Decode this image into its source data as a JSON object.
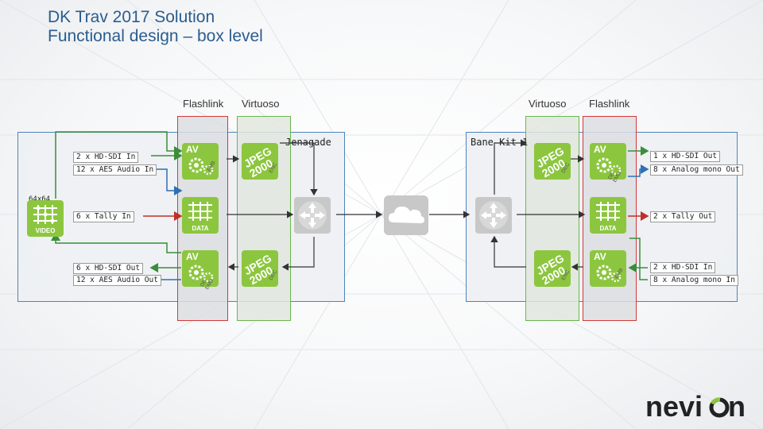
{
  "title": {
    "line1": "DK Trav 2017 Solution",
    "line2": "Functional design – box level"
  },
  "columns": {
    "left_flashlink": "Flashlink",
    "left_virtuoso": "Virtuoso",
    "right_virtuoso": "Virtuoso",
    "right_flashlink": "Flashlink"
  },
  "sites": {
    "left": "Jenagade",
    "right": "Bane Kit 1"
  },
  "left_ports": {
    "sdi_in": "2 x HD-SDI In",
    "aes_in": "12 x AES Audio In",
    "tally_in": "6 x Tally In",
    "sdi_out": "6 x HD-SDI Out",
    "aes_out": "12 x AES Audio Out"
  },
  "right_ports": {
    "sdi_out": "1 x HD-SDI Out",
    "analog_out": "8 x Analog mono Out",
    "tally_out": "2 x Tally Out",
    "sdi_in": "2 x HD-SDI In",
    "analog_in": "8 x Analog mono In"
  },
  "matrix": {
    "size": "64x64",
    "label": "VIDEO"
  },
  "tile_text": {
    "av": "AV",
    "data": "DATA",
    "jpeg": "JPEG",
    "jpeg2000": "2000",
    "emb": "EMB",
    "demb": "DE-EMB",
    "enc": "ENC",
    "dec": "DEC"
  },
  "logo": "nevion",
  "colors": {
    "title": "#2a5d8f",
    "panel_border": "#4c86bd",
    "flashlink_border": "#d23a3a",
    "virtuoso_border": "#6cb64e",
    "tile_green": "#8cc63f",
    "tally_line": "#c0302a"
  }
}
